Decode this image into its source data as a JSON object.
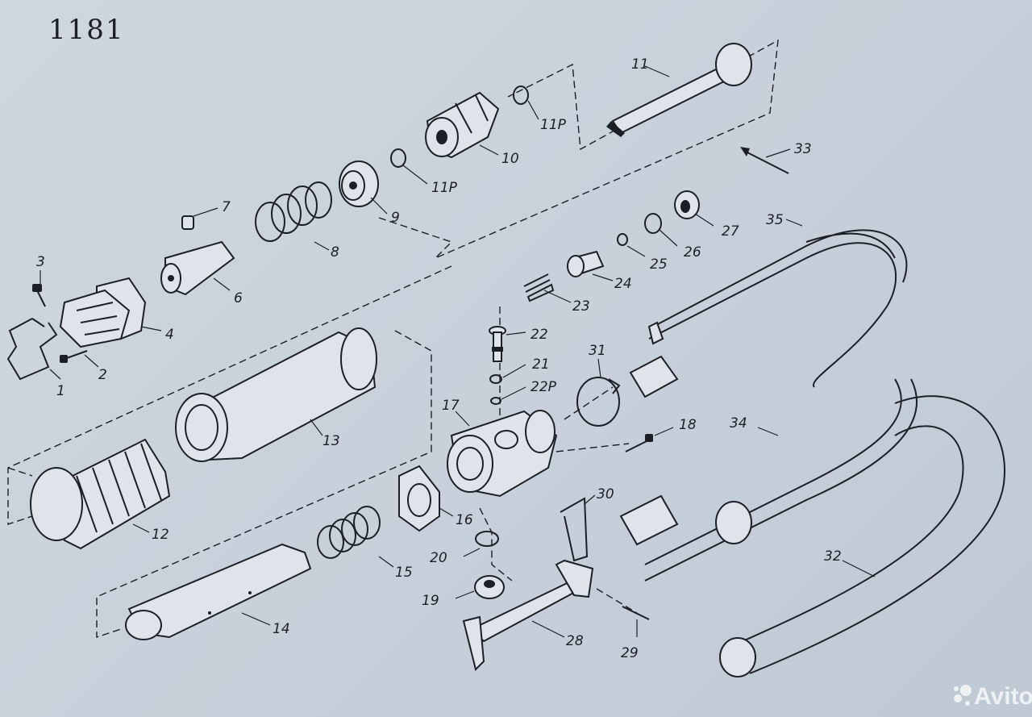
{
  "diagram": {
    "model_number": "1181",
    "watermark": "Avito",
    "labels": [
      {
        "id": "1",
        "text": "1"
      },
      {
        "id": "2",
        "text": "2"
      },
      {
        "id": "3",
        "text": "3"
      },
      {
        "id": "4",
        "text": "4"
      },
      {
        "id": "6",
        "text": "6"
      },
      {
        "id": "7",
        "text": "7"
      },
      {
        "id": "8",
        "text": "8"
      },
      {
        "id": "9",
        "text": "9"
      },
      {
        "id": "10",
        "text": "10"
      },
      {
        "id": "11",
        "text": "11"
      },
      {
        "id": "11p-a",
        "text": "11P"
      },
      {
        "id": "11p-b",
        "text": "11P"
      },
      {
        "id": "12",
        "text": "12"
      },
      {
        "id": "13",
        "text": "13"
      },
      {
        "id": "14",
        "text": "14"
      },
      {
        "id": "15",
        "text": "15"
      },
      {
        "id": "16",
        "text": "16"
      },
      {
        "id": "17",
        "text": "17"
      },
      {
        "id": "18",
        "text": "18"
      },
      {
        "id": "19",
        "text": "19"
      },
      {
        "id": "20",
        "text": "20"
      },
      {
        "id": "21",
        "text": "21"
      },
      {
        "id": "22",
        "text": "22"
      },
      {
        "id": "22p",
        "text": "22P"
      },
      {
        "id": "23",
        "text": "23"
      },
      {
        "id": "24",
        "text": "24"
      },
      {
        "id": "25",
        "text": "25"
      },
      {
        "id": "26",
        "text": "26"
      },
      {
        "id": "27",
        "text": "27"
      },
      {
        "id": "28",
        "text": "28"
      },
      {
        "id": "29",
        "text": "29"
      },
      {
        "id": "30",
        "text": "30"
      },
      {
        "id": "31",
        "text": "31"
      },
      {
        "id": "32",
        "text": "32"
      },
      {
        "id": "33",
        "text": "33"
      },
      {
        "id": "34",
        "text": "34"
      },
      {
        "id": "35",
        "text": "35"
      }
    ]
  }
}
